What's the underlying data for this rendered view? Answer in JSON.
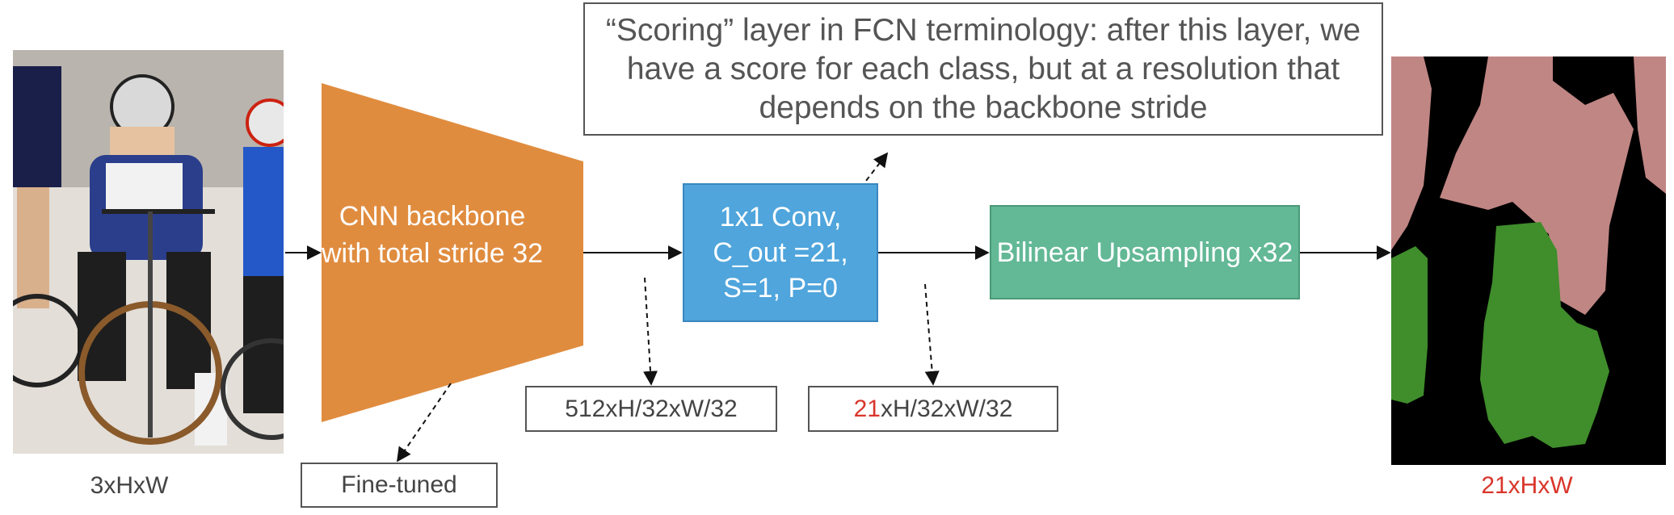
{
  "input": {
    "dim_label": "3xHxW"
  },
  "backbone": {
    "label": "CNN backbone with total stride 32",
    "color": "#e08c3f"
  },
  "conv": {
    "label": "1x1 Conv, C_out =21, S=1, P=0",
    "color": "#4fa5dc"
  },
  "upsample": {
    "label": "Bilinear Upsampling x32",
    "color": "#63b896"
  },
  "scoring_note": "“Scoring” layer in FCN terminology: after this layer, we have a score for each class, but at a resolution that depends on the backbone stride",
  "backbone_output_shape": "512xH/32xW/32",
  "conv_output_shape": {
    "highlight": "21",
    "rest": "xH/32xW/32"
  },
  "finetuned_note": "Fine-tuned",
  "output": {
    "dim_label": "21xHxW",
    "seg_colors": {
      "person": "#c08684",
      "bicycle": "#3f8d2b",
      "background": "#000000"
    }
  }
}
